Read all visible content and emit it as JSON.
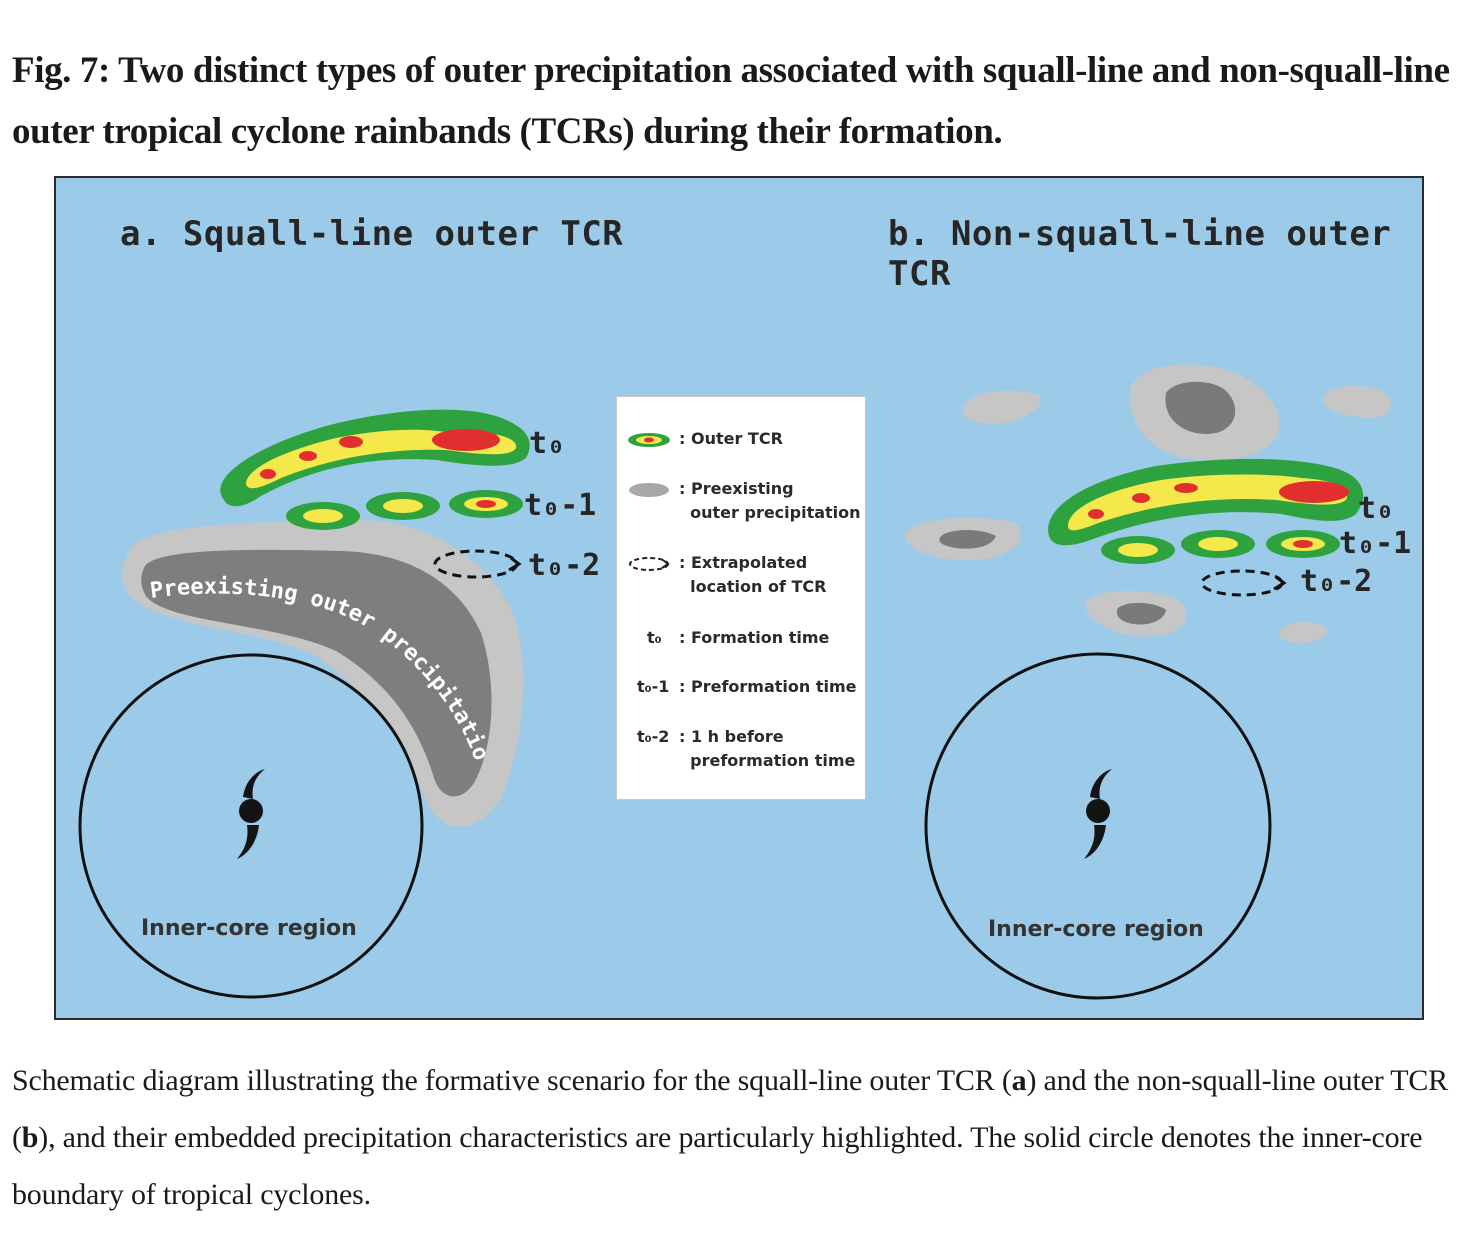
{
  "figure": {
    "title": "Fig. 7: Two distinct types of outer precipitation associated with squall-line and non-squall-line outer tropical cyclone rainbands (TCRs) during their formation.",
    "panel_a": {
      "title": "a. Squall-line outer TCR",
      "preexisting_label": "Preexisting outer precipitation",
      "inner_core_label": "Inner-core region",
      "time_labels": [
        "t₀",
        "t₀-1",
        "t₀-2"
      ]
    },
    "panel_b": {
      "title": "b. Non-squall-line outer TCR",
      "inner_core_label": "Inner-core region",
      "time_labels": [
        "t₀",
        "t₀-1",
        "t₀-2"
      ]
    },
    "legend": {
      "items": [
        {
          "symbol": "outer-tcr-icon",
          "text": ": Outer TCR"
        },
        {
          "symbol": "preexisting-precip-icon",
          "text": ": Preexisting\n  outer precipitation"
        },
        {
          "symbol": "extrapolated-location-icon",
          "text": ": Extrapolated\n  location of TCR"
        },
        {
          "symbol": "t₀",
          "text": ": Formation time"
        },
        {
          "symbol": "t₀-1",
          "text": ": Preformation time"
        },
        {
          "symbol": "t₀-2",
          "text": ": 1 h before\n  preformation time"
        }
      ]
    },
    "caption_parts": [
      "Schematic diagram illustrating the formative scenario for the squall-line outer TCR (",
      "a",
      ") and the non-squall-line outer TCR (",
      "b",
      "), and their embedded precipitation characteristics are particularly highlighted. The solid circle denotes the inner-core boundary of tropical cyclones."
    ],
    "colors": {
      "background": "#9ccbe9",
      "green": "#2ea23f",
      "yellow": "#f4e84a",
      "red": "#e12f2f",
      "light_gray": "#c6c6c6",
      "dark_gray": "#7a7a7a"
    }
  }
}
